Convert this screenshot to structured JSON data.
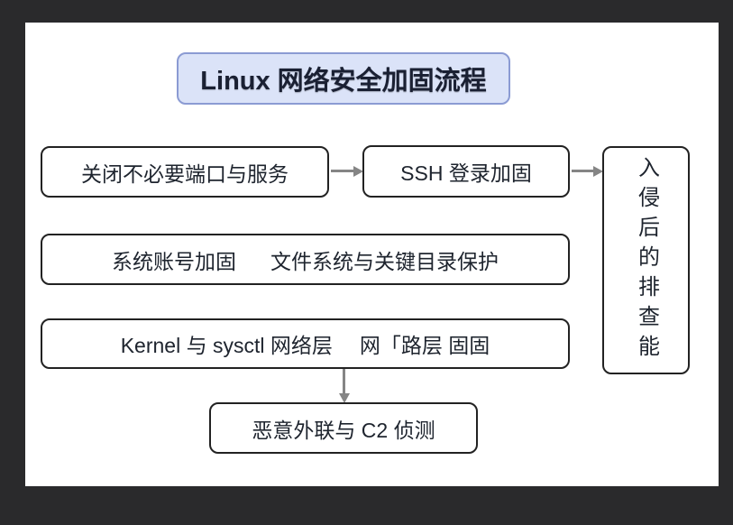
{
  "page": {
    "background_color": "#2a2a2c",
    "canvas_color": "#ffffff"
  },
  "colors": {
    "title_fill": "#dbe3f8",
    "title_border": "#8b9bd3",
    "node_fill": "#ffffff",
    "node_border": "#222222",
    "arrow": "#858585",
    "text": "#1e242e"
  },
  "diagram": {
    "title": "Linux 网络安全加固流程",
    "nodes": {
      "close_ports": {
        "label": "关闭不必要端口与服务"
      },
      "ssh_hardening": {
        "label": "SSH 登录加固"
      },
      "post_intrusion": {
        "label": "入侵后的排查能"
      },
      "row2": {
        "left": "系统账号加固",
        "right": "文件系统与关键目录保护"
      },
      "row3": {
        "left": "Kernel 与 sysctl 网络层",
        "right": "网「路层 固固"
      },
      "c2_detection": {
        "label": "恶意外联与 C2 侦测"
      }
    },
    "edges": [
      {
        "from": "close_ports",
        "to": "ssh_hardening"
      },
      {
        "from": "ssh_hardening",
        "to": "post_intrusion"
      },
      {
        "from": "row3",
        "to": "c2_detection"
      }
    ]
  }
}
